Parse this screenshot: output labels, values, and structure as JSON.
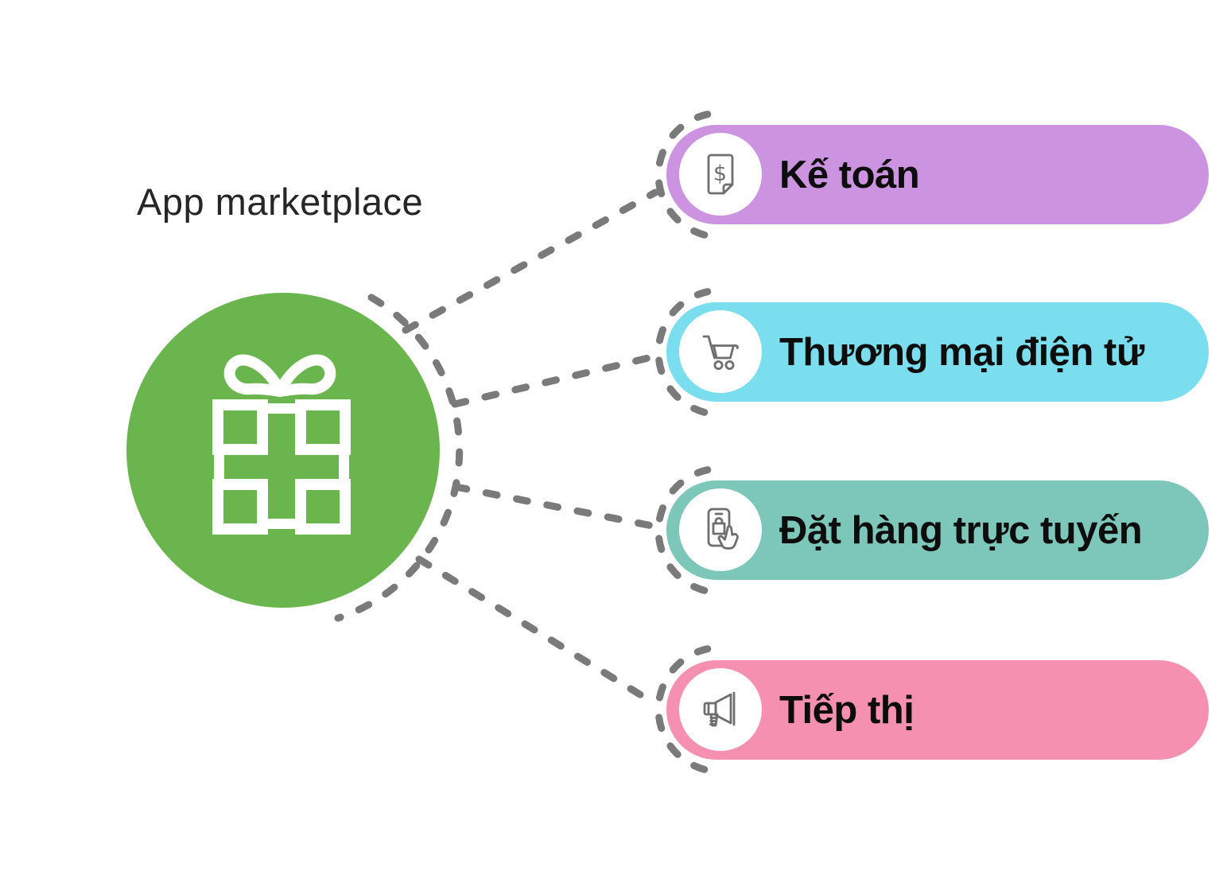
{
  "title": "App marketplace",
  "background": "#ffffff",
  "hub": {
    "icon": "gift-icon",
    "color": "#6ab54d",
    "icon_color": "#ffffff"
  },
  "connectors": {
    "style": "dashed",
    "color": "#7a7a7a"
  },
  "pills": [
    {
      "label": "Kế toán",
      "icon": "dollar-invoice-icon",
      "color": "#cb93e0"
    },
    {
      "label": "Thương mại điện tử",
      "icon": "shopping-cart-icon",
      "color": "#7bdeee"
    },
    {
      "label": "Đặt hàng trực tuyến",
      "icon": "mobile-order-icon",
      "color": "#7dc7ba"
    },
    {
      "label": "Tiếp thị",
      "icon": "megaphone-icon",
      "color": "#f590b0"
    }
  ],
  "label_color": "#0d0d0d",
  "title_color": "#262626"
}
